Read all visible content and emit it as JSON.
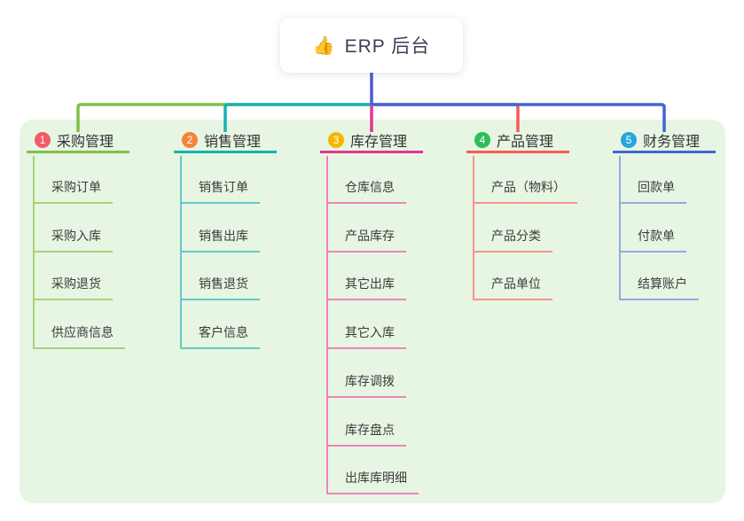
{
  "root": {
    "icon": "👍",
    "title": "ERP 后台"
  },
  "colors": {
    "page_bg": "#ffffff",
    "panel_bg": "#e7f5e3",
    "root_connector": "#5059d3",
    "card_bg": "#ffffff",
    "root_text": "#3b4256",
    "header_text": "#333333",
    "item_text": "#3c3c3c"
  },
  "branches": [
    {
      "badge": "1",
      "name": "采购管理",
      "badge_color": "#f25b69",
      "line_color": "#82bf4e",
      "subline_color": "#a6d37b",
      "items": [
        "采购订单",
        "采购入库",
        "采购退货",
        "供应商信息"
      ]
    },
    {
      "badge": "2",
      "name": "销售管理",
      "badge_color": "#f5833d",
      "line_color": "#14b4ae",
      "subline_color": "#66c9c3",
      "items": [
        "销售订单",
        "销售出库",
        "销售退货",
        "客户信息"
      ]
    },
    {
      "badge": "3",
      "name": "库存管理",
      "badge_color": "#f7b500",
      "line_color": "#e1368f",
      "subline_color": "#ee84b9",
      "items": [
        "仓库信息",
        "产品库存",
        "其它出库",
        "其它入库",
        "库存调拨",
        "库存盘点",
        "出库库明细"
      ]
    },
    {
      "badge": "4",
      "name": "产品管理",
      "badge_color": "#2fbd5c",
      "line_color": "#f65b57",
      "subline_color": "#f9928c",
      "items": [
        "产品（物料）",
        "产品分类",
        "产品单位"
      ]
    },
    {
      "badge": "5",
      "name": "财务管理",
      "badge_color": "#27a5dd",
      "line_color": "#4365d2",
      "subline_color": "#93aae3",
      "items": [
        "回款单",
        "付款单",
        "结算账户"
      ]
    }
  ]
}
